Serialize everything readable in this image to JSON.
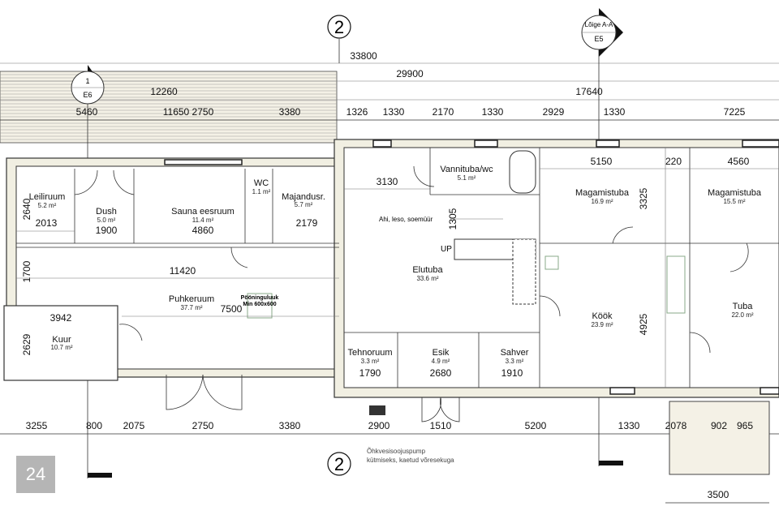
{
  "grid_markers": {
    "top": "2",
    "bottom": "2"
  },
  "section_markers": [
    {
      "top": "1",
      "bottom": "E6"
    },
    {
      "top": "Lõige A-A",
      "bottom": "E5"
    }
  ],
  "top_dimensions": {
    "overall": "33800",
    "d29900": "29900",
    "d12260": "12260",
    "d17640": "17640",
    "row": [
      "5460",
      "11650 2750",
      "3380",
      "1326",
      "1330",
      "2170",
      "1330",
      "2929",
      "1330",
      "7225"
    ]
  },
  "bottom_dimensions": {
    "row": [
      "3255",
      "800",
      "2075",
      "2750",
      "3380",
      "2900",
      "1510",
      "5200",
      "1330",
      "2078",
      "902",
      "965"
    ],
    "terrace": "3500"
  },
  "rooms": [
    {
      "name": "Leiliruum",
      "area": "5.2 m²"
    },
    {
      "name": "Dush",
      "area": "5.0 m²"
    },
    {
      "name": "Sauna eesruum",
      "area": "11.4 m²"
    },
    {
      "name": "WC",
      "area": "1.1 m²"
    },
    {
      "name": "Majandusr.",
      "area": "5.7 m²"
    },
    {
      "name": "Puhkeruum",
      "area": "37.7 m²"
    },
    {
      "name": "Kuur",
      "area": "10.7 m²"
    },
    {
      "name": "Vannituba/wc",
      "area": "5.1 m²"
    },
    {
      "name": "Elutuba",
      "area": "33.6 m²"
    },
    {
      "name": "Tehnoruum",
      "area": "3.3 m²"
    },
    {
      "name": "Esik",
      "area": "4.9 m²"
    },
    {
      "name": "Sahver",
      "area": "3.3 m²"
    },
    {
      "name": "Magamistuba",
      "area": "16.9 m²"
    },
    {
      "name": "Köök",
      "area": "23.9 m²"
    },
    {
      "name": "Magamistuba",
      "area": "15.5 m²"
    },
    {
      "name": "Tuba",
      "area": "22.0 m²"
    }
  ],
  "inner_dimensions": [
    "2640",
    "2013",
    "1900",
    "4860",
    "2179",
    "1700",
    "11420",
    "7500",
    "3942",
    "2629",
    "3130",
    "1305",
    "5150",
    "220",
    "4560",
    "3325",
    "4925",
    "1790",
    "2680",
    "1910"
  ],
  "annotations": {
    "attic_hatch_1": "Pööninguluuk",
    "attic_hatch_2": "Min 600x600",
    "stove": "Ahi, leso, soemüür",
    "stairs": "UP",
    "note_1": "Õhkvesisoojuspump",
    "note_2": "kütmiseks, kaetud võresekuga"
  },
  "page_number": "24"
}
